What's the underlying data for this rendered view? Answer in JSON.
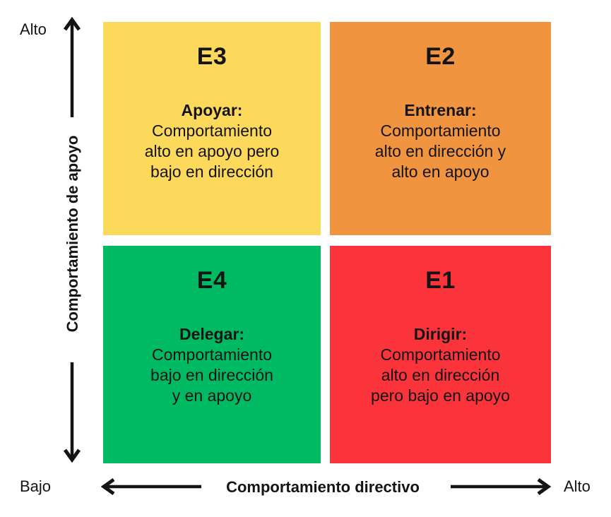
{
  "palette": {
    "yellow": "#FDD95B",
    "orange": "#F1943F",
    "green": "#00BA63",
    "red": "#FB333A",
    "line": "#141414"
  },
  "y_axis": {
    "label": "Comportamiento de apoyo",
    "high_label": "Alto"
  },
  "x_axis": {
    "label": "Comportamiento directivo",
    "low_label": "Bajo",
    "high_label": "Alto"
  },
  "quadrants": {
    "e3": {
      "code": "E3",
      "style_name": "Apoyar:",
      "line1": "Comportamiento",
      "line2": "alto en apoyo pero",
      "line3": "bajo en dirección",
      "color": "#FDD95B"
    },
    "e2": {
      "code": "E2",
      "style_name": "Entrenar:",
      "line1": "Comportamiento",
      "line2": "alto en dirección y",
      "line3": "alto en apoyo",
      "color": "#F1943F"
    },
    "e4": {
      "code": "E4",
      "style_name": "Delegar:",
      "line1": "Comportamiento",
      "line2": "bajo en dirección",
      "line3": "y en apoyo",
      "color": "#00BA63"
    },
    "e1": {
      "code": "E1",
      "style_name": "Dirigir:",
      "line1": "Comportamiento",
      "line2": "alto en dirección",
      "line3": "pero bajo en apoyo",
      "color": "#FB333A"
    }
  }
}
